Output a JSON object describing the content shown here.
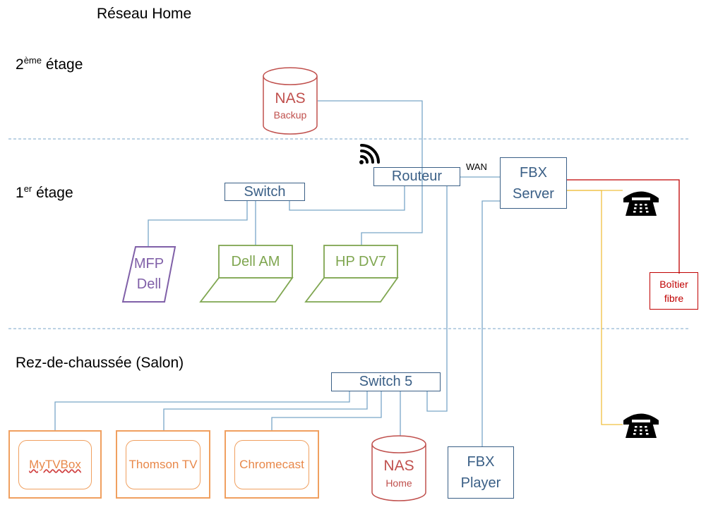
{
  "title": "Réseau Home",
  "floors": {
    "second": {
      "num": "2",
      "sup": "ème",
      "text": " étage"
    },
    "first": {
      "num": "1",
      "sup": "er",
      "text": " étage"
    },
    "ground": {
      "text": "Rez-de-chaussée (Salon)"
    }
  },
  "nodes": {
    "nas_backup": {
      "title": "NAS",
      "sub": "Backup"
    },
    "routeur": "Routeur",
    "wan": "WAN",
    "fbx_server": {
      "line1": "FBX",
      "line2": "Server"
    },
    "switch": "Switch",
    "mfp": {
      "line1": "MFP",
      "line2": "Dell"
    },
    "dell_am": "Dell AM",
    "hp_dv7": "HP DV7",
    "boitier": {
      "line1": "Boîtier",
      "line2": "fibre"
    },
    "switch5": "Switch 5",
    "mytvbox": "MyTVBox",
    "thomson": "Thomson TV",
    "chromecast": "Chromecast",
    "nas_home": {
      "title": "NAS",
      "sub": "Home"
    },
    "fbx_player": {
      "line1": "FBX",
      "line2": "Player"
    }
  },
  "colors": {
    "network_line": "#7aa6c8",
    "box_border": "#3a5f86",
    "nas": "#c0504d",
    "fibre": "#c00000",
    "phone_line": "#f0c040",
    "laptop": "#7fa650",
    "printer": "#8060a8",
    "tv": "#f0a060",
    "divider": "#7aa6c8"
  }
}
